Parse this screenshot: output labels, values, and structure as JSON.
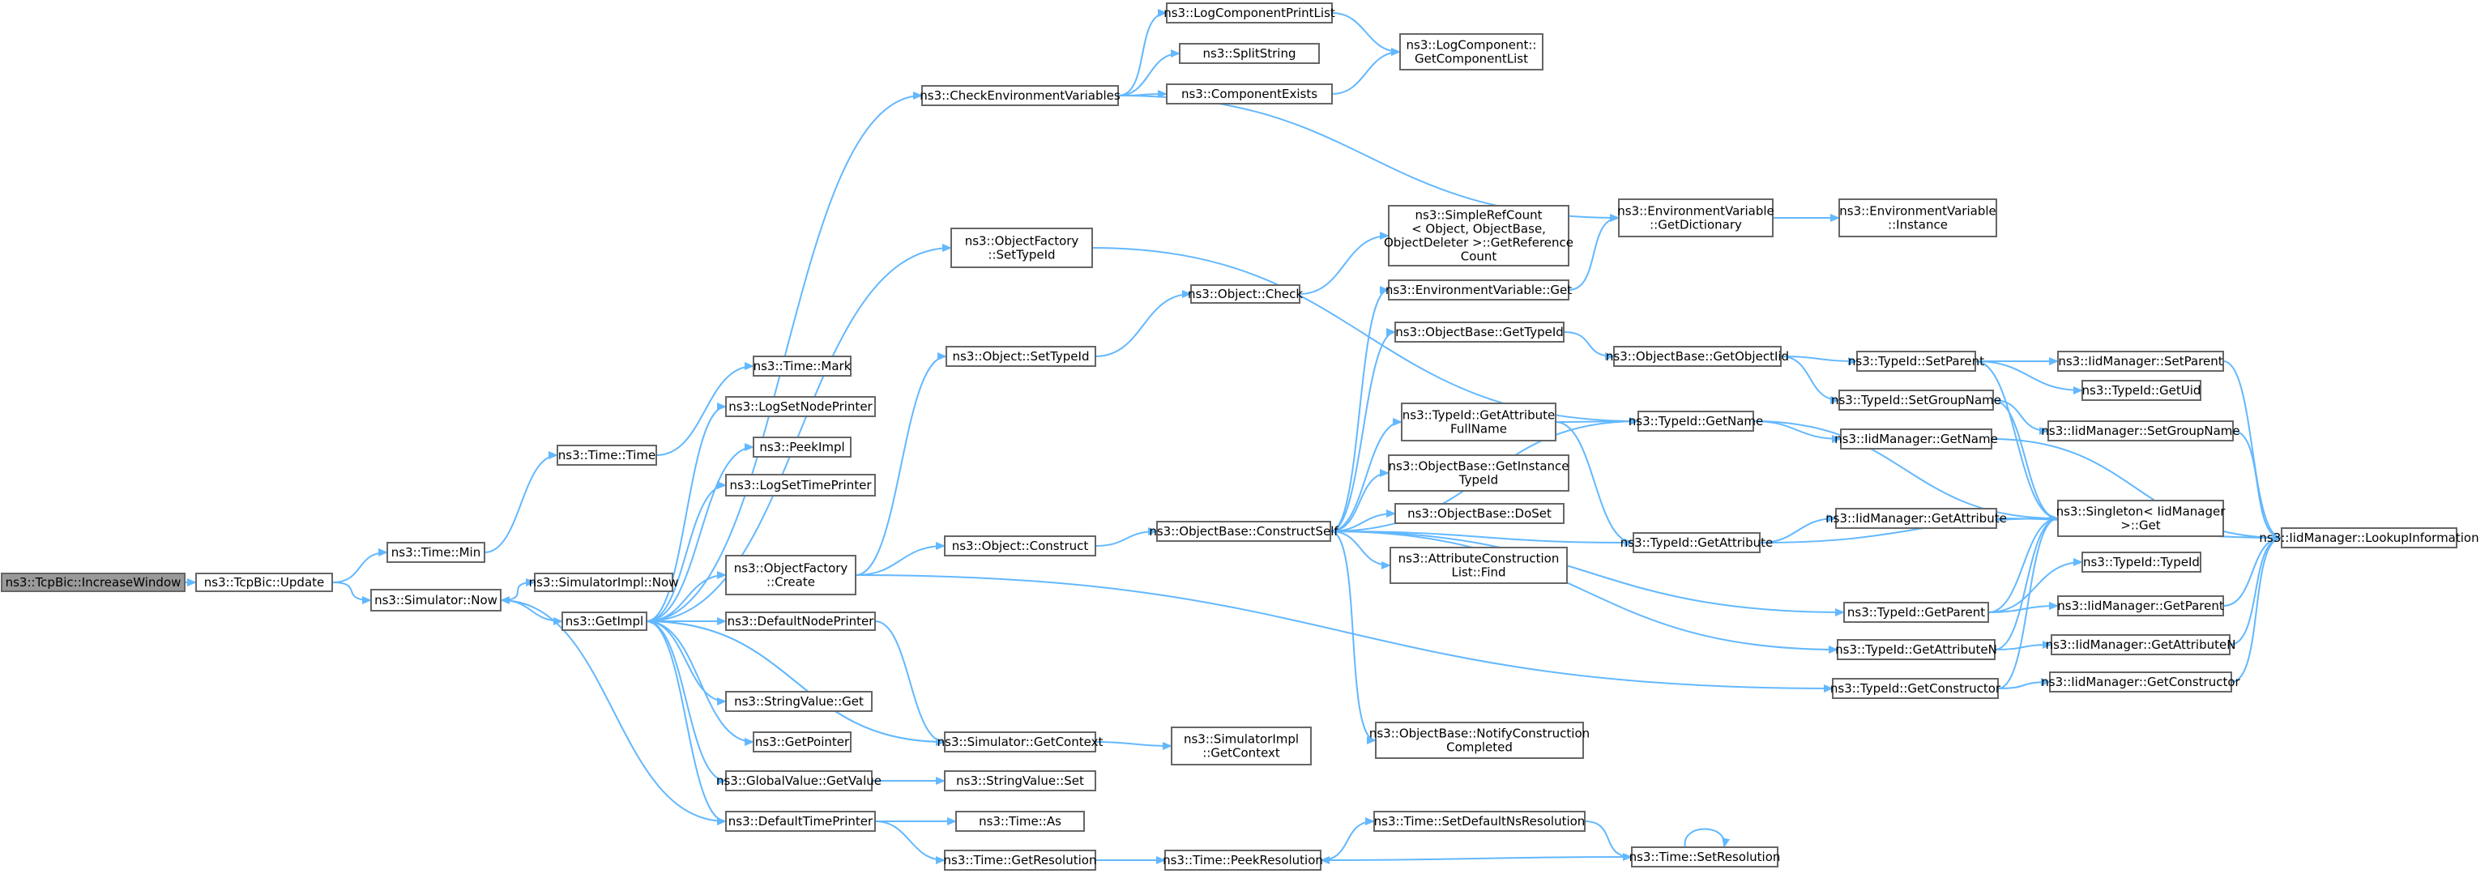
{
  "colors": {
    "edge": "#63b8ff",
    "node_border": "#666666",
    "root_fill": "#999999"
  },
  "nodes": [
    {
      "id": "increaseWindow",
      "lines": [
        "ns3::TcpBic::IncreaseWindow"
      ],
      "root": true
    },
    {
      "id": "update",
      "lines": [
        "ns3::TcpBic::Update"
      ]
    },
    {
      "id": "timeMin",
      "lines": [
        "ns3::Time::Min"
      ]
    },
    {
      "id": "simNow",
      "lines": [
        "ns3::Simulator::Now"
      ]
    },
    {
      "id": "timeTime",
      "lines": [
        "ns3::Time::Time"
      ]
    },
    {
      "id": "timeMark",
      "lines": [
        "ns3::Time::Mark"
      ]
    },
    {
      "id": "simImplNow",
      "lines": [
        "ns3::SimulatorImpl::Now"
      ]
    },
    {
      "id": "getImpl",
      "lines": [
        "ns3::GetImpl"
      ]
    },
    {
      "id": "logSetNodePrinter",
      "lines": [
        "ns3::LogSetNodePrinter"
      ]
    },
    {
      "id": "peekImpl",
      "lines": [
        "ns3::PeekImpl"
      ]
    },
    {
      "id": "logSetTimePrinter",
      "lines": [
        "ns3::LogSetTimePrinter"
      ]
    },
    {
      "id": "objFactoryCreate",
      "lines": [
        "ns3::ObjectFactory",
        "::Create"
      ]
    },
    {
      "id": "defaultNodePrinter",
      "lines": [
        "ns3::DefaultNodePrinter"
      ]
    },
    {
      "id": "stringValueGet",
      "lines": [
        "ns3::StringValue::Get"
      ]
    },
    {
      "id": "getPointer",
      "lines": [
        "ns3::GetPointer"
      ]
    },
    {
      "id": "globalValueGetValue",
      "lines": [
        "ns3::GlobalValue::GetValue"
      ]
    },
    {
      "id": "defaultTimePrinter",
      "lines": [
        "ns3::DefaultTimePrinter"
      ]
    },
    {
      "id": "checkEnvVars",
      "lines": [
        "ns3::CheckEnvironmentVariables"
      ]
    },
    {
      "id": "logComponentPrintList",
      "lines": [
        "ns3::LogComponentPrintList"
      ]
    },
    {
      "id": "splitString",
      "lines": [
        "ns3::SplitString"
      ]
    },
    {
      "id": "componentExists",
      "lines": [
        "ns3::ComponentExists"
      ]
    },
    {
      "id": "logComponentGetList",
      "lines": [
        "ns3::LogComponent::",
        "GetComponentList"
      ]
    },
    {
      "id": "objFactorySetTypeId",
      "lines": [
        "ns3::ObjectFactory",
        "::SetTypeId"
      ]
    },
    {
      "id": "objectSetTypeId",
      "lines": [
        "ns3::Object::SetTypeId"
      ]
    },
    {
      "id": "objectConstruct",
      "lines": [
        "ns3::Object::Construct"
      ]
    },
    {
      "id": "simGetContext",
      "lines": [
        "ns3::Simulator::GetContext"
      ]
    },
    {
      "id": "stringValueSet",
      "lines": [
        "ns3::StringValue::Set"
      ]
    },
    {
      "id": "timeAs",
      "lines": [
        "ns3::Time::As"
      ]
    },
    {
      "id": "timeGetResolution",
      "lines": [
        "ns3::Time::GetResolution"
      ]
    },
    {
      "id": "simImplGetContext",
      "lines": [
        "ns3::SimulatorImpl",
        "::GetContext"
      ]
    },
    {
      "id": "timePeekResolution",
      "lines": [
        "ns3::Time::PeekResolution"
      ]
    },
    {
      "id": "objectCheck",
      "lines": [
        "ns3::Object::Check"
      ]
    },
    {
      "id": "objBaseConstructSelf",
      "lines": [
        "ns3::ObjectBase::ConstructSelf"
      ]
    },
    {
      "id": "simpleRefCount",
      "lines": [
        "ns3::SimpleRefCount",
        "< Object, ObjectBase,",
        "ObjectDeleter >::GetReference",
        "Count"
      ]
    },
    {
      "id": "envVarGet",
      "lines": [
        "ns3::EnvironmentVariable::Get"
      ]
    },
    {
      "id": "objBaseGetTypeId",
      "lines": [
        "ns3::ObjectBase::GetTypeId"
      ]
    },
    {
      "id": "typeIdGetAttrFullName",
      "lines": [
        "ns3::TypeId::GetAttribute",
        "FullName"
      ]
    },
    {
      "id": "objBaseGetInstanceTypeId",
      "lines": [
        "ns3::ObjectBase::GetInstance",
        "TypeId"
      ]
    },
    {
      "id": "objBaseDoSet",
      "lines": [
        "ns3::ObjectBase::DoSet"
      ]
    },
    {
      "id": "attrConstructionListFind",
      "lines": [
        "ns3::AttributeConstruction",
        "List::Find"
      ]
    },
    {
      "id": "objBaseNotifyConstruction",
      "lines": [
        "ns3::ObjectBase::NotifyConstruction",
        "Completed"
      ]
    },
    {
      "id": "timeSetDefaultNsRes",
      "lines": [
        "ns3::Time::SetDefaultNsResolution"
      ]
    },
    {
      "id": "envVarGetDictionary",
      "lines": [
        "ns3::EnvironmentVariable",
        "::GetDictionary"
      ]
    },
    {
      "id": "objBaseGetObjectIid",
      "lines": [
        "ns3::ObjectBase::GetObjectIid"
      ]
    },
    {
      "id": "typeIdGetName",
      "lines": [
        "ns3::TypeId::GetName"
      ]
    },
    {
      "id": "typeIdGetAttribute",
      "lines": [
        "ns3::TypeId::GetAttribute"
      ]
    },
    {
      "id": "typeIdGetParent",
      "lines": [
        "ns3::TypeId::GetParent"
      ]
    },
    {
      "id": "typeIdGetAttributeN",
      "lines": [
        "ns3::TypeId::GetAttributeN"
      ]
    },
    {
      "id": "typeIdGetConstructor",
      "lines": [
        "ns3::TypeId::GetConstructor"
      ]
    },
    {
      "id": "timeSetResolution",
      "lines": [
        "ns3::Time::SetResolution"
      ]
    },
    {
      "id": "envVarInstance",
      "lines": [
        "ns3::EnvironmentVariable",
        "::Instance"
      ]
    },
    {
      "id": "typeIdSetParent",
      "lines": [
        "ns3::TypeId::SetParent"
      ]
    },
    {
      "id": "typeIdSetGroupName",
      "lines": [
        "ns3::TypeId::SetGroupName"
      ]
    },
    {
      "id": "iidManagerGetName",
      "lines": [
        "ns3::IidManager::GetName"
      ]
    },
    {
      "id": "iidManagerGetAttribute",
      "lines": [
        "ns3::IidManager::GetAttribute"
      ]
    },
    {
      "id": "typeIdTypeId",
      "lines": [
        "ns3::TypeId::TypeId"
      ]
    },
    {
      "id": "iidManagerSetParent",
      "lines": [
        "ns3::IidManager::SetParent"
      ]
    },
    {
      "id": "typeIdGetUid",
      "lines": [
        "ns3::TypeId::GetUid"
      ]
    },
    {
      "id": "iidManagerSetGroupName",
      "lines": [
        "ns3::IidManager::SetGroupName"
      ]
    },
    {
      "id": "singletonGet",
      "lines": [
        "ns3::Singleton< IidManager",
        ">::Get"
      ]
    },
    {
      "id": "iidManagerGetParent",
      "lines": [
        "ns3::IidManager::GetParent"
      ]
    },
    {
      "id": "iidManagerGetAttributeN",
      "lines": [
        "ns3::IidManager::GetAttributeN"
      ]
    },
    {
      "id": "iidManagerGetConstructor",
      "lines": [
        "ns3::IidManager::GetConstructor"
      ]
    },
    {
      "id": "iidManagerLookupInfo",
      "lines": [
        "ns3::IidManager::LookupInformation"
      ]
    }
  ]
}
